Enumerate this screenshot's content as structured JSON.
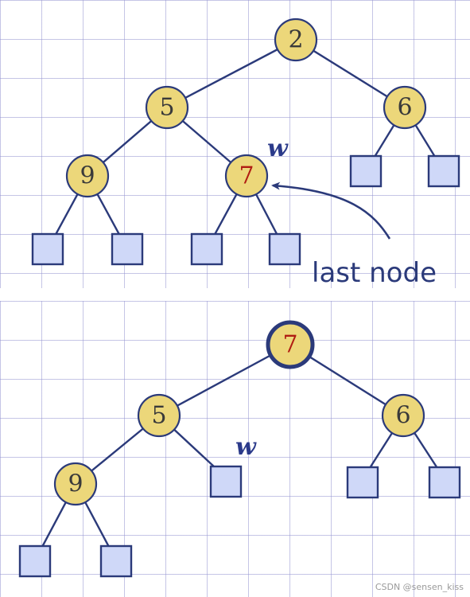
{
  "top": {
    "nodes": [
      {
        "id": "t-root",
        "label": "2"
      },
      {
        "id": "t-n5",
        "label": "5"
      },
      {
        "id": "t-n6",
        "label": "6"
      },
      {
        "id": "t-n9",
        "label": "9"
      },
      {
        "id": "t-n7",
        "label": "7"
      }
    ],
    "w_label": "w",
    "caption": "last node"
  },
  "bottom": {
    "nodes": [
      {
        "id": "b-root",
        "label": "7"
      },
      {
        "id": "b-n5",
        "label": "5"
      },
      {
        "id": "b-n6",
        "label": "6"
      },
      {
        "id": "b-n9",
        "label": "9"
      }
    ],
    "w_label": "w"
  },
  "colors": {
    "node_fill": "#ecd77a",
    "stroke": "#2b3a7a",
    "leaf_fill": "#cfd8f8",
    "accent_digit": "#b01c12"
  },
  "watermark": "CSDN @sensen_kiss"
}
